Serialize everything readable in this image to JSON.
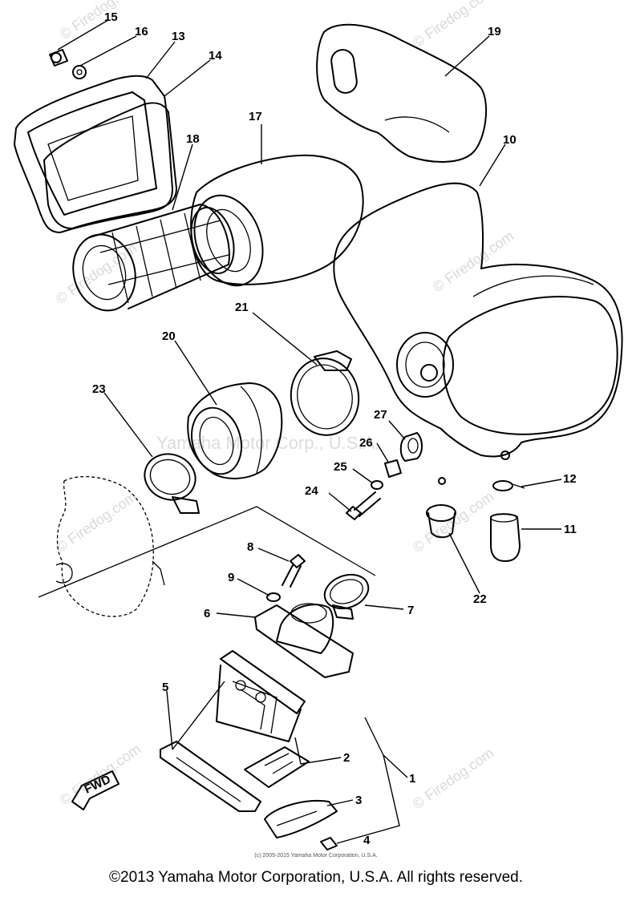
{
  "labels": [
    "1",
    "2",
    "3",
    "4",
    "5",
    "6",
    "7",
    "8",
    "9",
    "10",
    "11",
    "12",
    "13",
    "14",
    "15",
    "16",
    "17",
    "18",
    "19",
    "20",
    "21",
    "22",
    "23",
    "24",
    "25",
    "26",
    "27"
  ],
  "watermarks": {
    "firedog": "© Firedog.com",
    "center": "Yamaha Motor Corp., U.S.A."
  },
  "fwd_badge": "FWD",
  "small_copyright": "(c) 2005-2015 Yamaha Motor Corporation, U.S.A.",
  "copyright": "©2013 Yamaha Motor Corporation, U.S.A. All rights reserved."
}
